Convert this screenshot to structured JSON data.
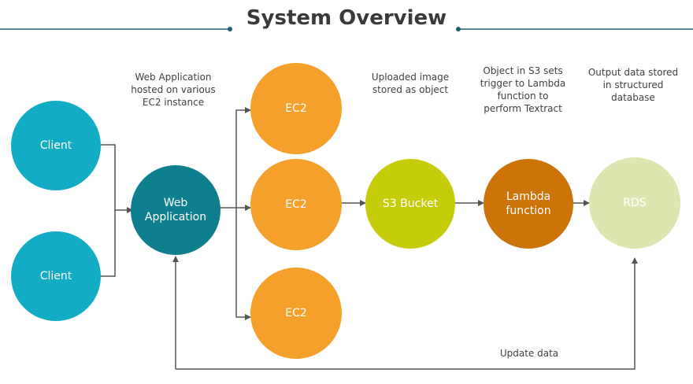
{
  "title": "System Overview",
  "nodes": {
    "client1": "Client",
    "client2": "Client",
    "webapp": "Web Application",
    "ec2_top": "EC2",
    "ec2_mid": "EC2",
    "ec2_bottom": "EC2",
    "s3": "S3 Bucket",
    "lambda": "Lambda function",
    "rds": "RDS"
  },
  "notes": {
    "webapp": "Web Application hosted on various EC2 instance",
    "s3": "Uploaded image stored as object",
    "lambda": "Object in S3 sets trigger to Lambda function to perform Textract",
    "rds": "Output data stored in structured database",
    "update": "Update data"
  },
  "colors": {
    "client": "#12acc4",
    "webapp": "#0e7f8f",
    "ec2": "#f5a02b",
    "s3": "#c7cc0a",
    "lambda": "#cc7409",
    "rds": "#dce6b1",
    "title_line": "#1f5f6e",
    "arrow": "#555555"
  }
}
